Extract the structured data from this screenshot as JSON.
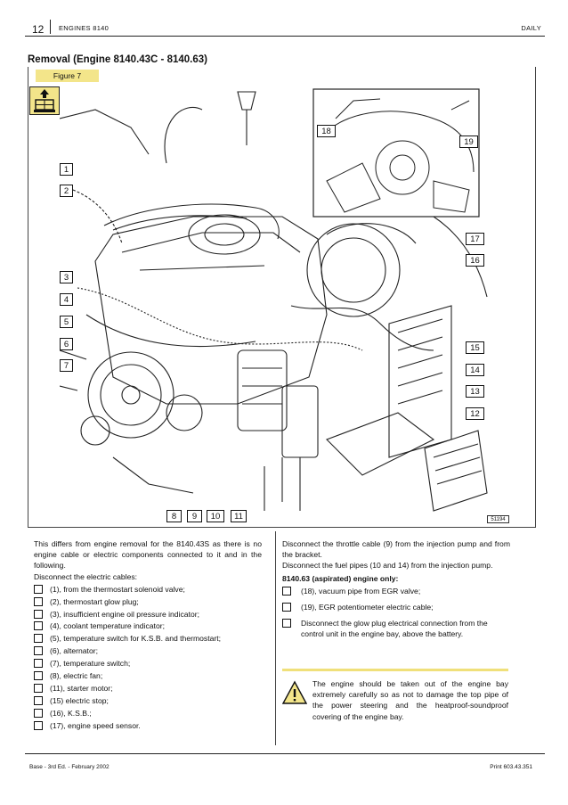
{
  "header": {
    "page_number": "12",
    "title": "ENGINES 8140",
    "right": "DAILY"
  },
  "section_title": "Removal (Engine 8140.43C - 8140.63)",
  "figure": {
    "tab_label": "Figure 7",
    "code": "51194",
    "icon": "removal-arrow-up-icon",
    "callouts_left": [
      "1",
      "2",
      "3",
      "4",
      "5",
      "6",
      "7"
    ],
    "callouts_right": [
      "17",
      "16",
      "15",
      "14",
      "13",
      "12"
    ],
    "callouts_bottom": [
      "8",
      "9",
      "10",
      "11"
    ],
    "callouts_inset": [
      "18",
      "19"
    ]
  },
  "left_column": {
    "intro": "This differs from engine removal for the 8140.43S as there is no engine cable or electric components connected to it and in the following.",
    "lead": "Disconnect the electric cables:",
    "items": [
      "(1), from the thermostart solenoid valve;",
      "(2), thermostart glow plug;",
      "(3), insufficient engine oil pressure indicator;",
      "(4), coolant temperature indicator;",
      "(5), temperature switch for K.S.B. and thermostart;",
      "(6), alternator;",
      "(7), temperature switch;",
      "(8), electric fan;",
      "(11), starter motor;",
      "(15) electric stop;",
      "(16), K.S.B.;",
      "(17), engine speed sensor."
    ]
  },
  "right_column": {
    "p1": "Disconnect the throttle cable (9) from the injection pump and from the bracket.",
    "p2": "Disconnect the fuel pipes (10 and 14) from the injection pump.",
    "subhead": "8140.63 (aspirated) engine only:",
    "items": [
      "(18), vacuum pipe from EGR valve;",
      "(19), EGR potentiometer electric cable;",
      "Disconnect the glow plug electrical connection from the control unit in the engine bay, above the battery."
    ],
    "warning_icon": "warning-triangle-icon",
    "warning": "The engine should be taken out of the engine bay extremely carefully so as not to damage the top pipe of the power steering and the heatproof-soundproof covering of the engine bay."
  },
  "footer": {
    "left": "Base - 3rd Ed. - February 2002",
    "right": "Print 603.43.351"
  },
  "colors": {
    "accent": "#f3e58a",
    "ink": "#111111"
  }
}
